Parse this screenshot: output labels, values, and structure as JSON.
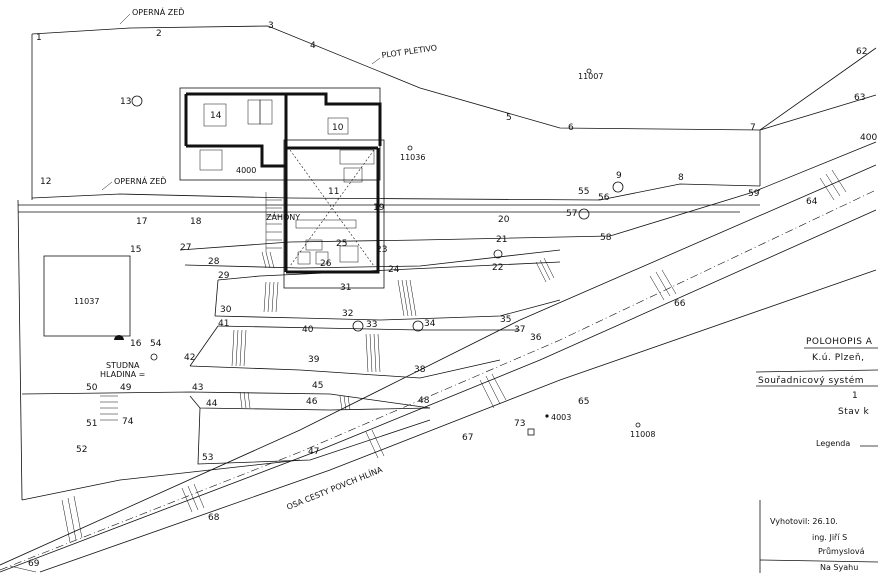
{
  "labels": {
    "operna_zed_top": "OPERNÁ ZEĎ",
    "operna_zed_mid": "OPERNÁ ZEĎ",
    "plot_pletivo": "PLOT PLETIVO",
    "osa_cesty": "OSA CESTY POVCH HLÍNA",
    "studna": "STUDNA",
    "hladina": "HLADINA =",
    "parcel_11007": "11007",
    "parcel_11036": "11036",
    "parcel_11037": "11037",
    "parcel_11008": "11008",
    "benchmark_4003": "4003",
    "benchmark_4000_house": "4000",
    "benchmark_4000_right": "400",
    "room_14": "14",
    "room_10": "10",
    "zahony": "ZÁHONY"
  },
  "points": [
    "1",
    "2",
    "3",
    "4",
    "5",
    "6",
    "7",
    "8",
    "9",
    "10",
    "11",
    "12",
    "13",
    "14",
    "15",
    "16",
    "17",
    "18",
    "19",
    "20",
    "21",
    "22",
    "23",
    "24",
    "25",
    "26",
    "27",
    "28",
    "29",
    "30",
    "31",
    "32",
    "33",
    "34",
    "35",
    "36",
    "37",
    "38",
    "39",
    "40",
    "41",
    "42",
    "43",
    "44",
    "45",
    "46",
    "47",
    "48",
    "49",
    "50",
    "51",
    "52",
    "53",
    "54",
    "55",
    "56",
    "57",
    "58",
    "59",
    "62",
    "63",
    "64",
    "65",
    "66",
    "67",
    "68",
    "69",
    "73",
    "74"
  ],
  "legend_block": {
    "title": "POLOHOPIS  A",
    "ku": "K.ú. Plzeň,",
    "system": "Souřadnicový systém",
    "stav": "Stav k",
    "one": "1",
    "legenda": "Legenda",
    "vyhotovil": "Vyhotovil: 26.10.",
    "ing": "ing. Jiří S",
    "prumyslova": "Průmyslová",
    "na_syahu": "Na Syahu"
  }
}
